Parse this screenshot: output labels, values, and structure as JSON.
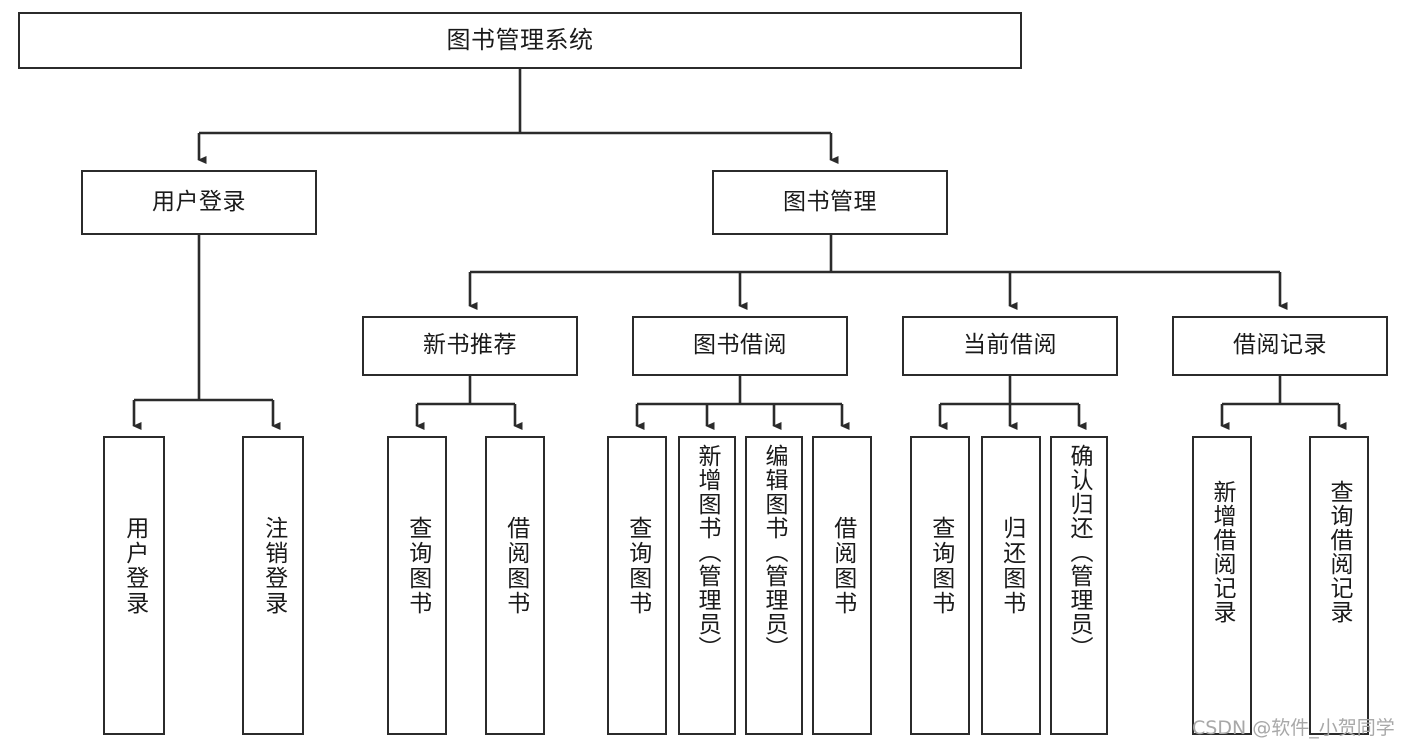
{
  "diagram": {
    "type": "tree-hierarchy",
    "title": "图书管理系统",
    "orientation": "top-down",
    "line_color": "#2b2b2b",
    "box_fill": "#ffffff",
    "text_color": "#1a1a1a"
  },
  "nodes": {
    "root": {
      "label": "图书管理系统",
      "level": 0
    },
    "l1": [
      {
        "label": "用户登录",
        "level": 1
      },
      {
        "label": "图书管理",
        "level": 1
      }
    ],
    "l2": [
      {
        "label": "新书推荐",
        "level": 2,
        "parent": "图书管理"
      },
      {
        "label": "图书借阅",
        "level": 2,
        "parent": "图书管理"
      },
      {
        "label": "当前借阅",
        "level": 2,
        "parent": "图书管理"
      },
      {
        "label": "借阅记录",
        "level": 2,
        "parent": "图书管理"
      }
    ],
    "leaves": {
      "user_login": [
        {
          "label": "用户登录",
          "parent": "用户登录"
        },
        {
          "label": "注销登录",
          "parent": "用户登录"
        }
      ],
      "new_book_recommend": [
        {
          "label": "查询图书",
          "parent": "新书推荐"
        },
        {
          "label": "借阅图书",
          "parent": "新书推荐"
        }
      ],
      "book_borrow": [
        {
          "label": "查询图书",
          "parent": "图书借阅"
        },
        {
          "label": "新增图书（管理员）",
          "parent": "图书借阅"
        },
        {
          "label": "编辑图书（管理员）",
          "parent": "图书借阅"
        },
        {
          "label": "借阅图书",
          "parent": "图书借阅"
        }
      ],
      "current_borrow": [
        {
          "label": "查询图书",
          "parent": "当前借阅"
        },
        {
          "label": "归还图书",
          "parent": "当前借阅"
        },
        {
          "label": "确认归还（管理员）",
          "parent": "当前借阅"
        }
      ],
      "borrow_record": [
        {
          "label": "新增借阅记录",
          "parent": "借阅记录"
        },
        {
          "label": "查询借阅记录",
          "parent": "借阅记录"
        }
      ]
    }
  },
  "watermark": {
    "text": "CSDN @软件_小贺同学"
  }
}
